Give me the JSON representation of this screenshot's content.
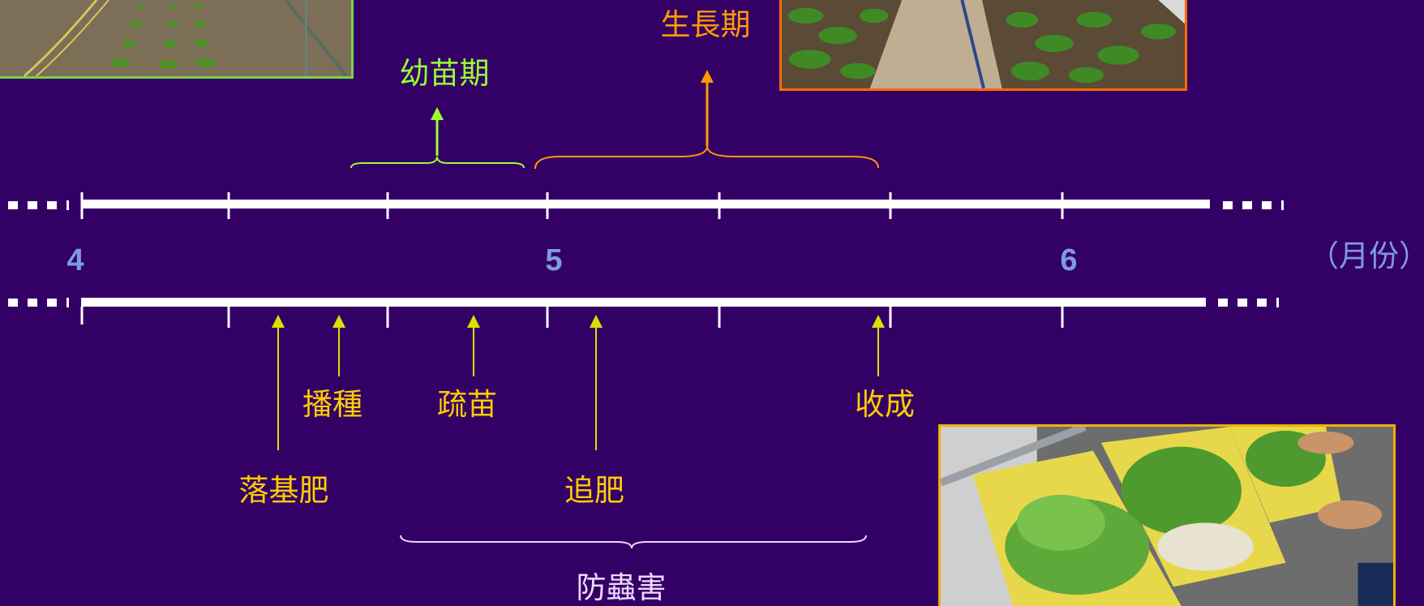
{
  "colors": {
    "background": "#330066",
    "seedling_green": "#99ff33",
    "growth_orange": "#ff9900",
    "event_yellow": "#ffcc00",
    "arrow_yellow": "#dede00",
    "month_blue": "#7f9be0",
    "pest_lavender": "#f0d8ff",
    "timeline_white": "#ffffff"
  },
  "stages": {
    "growth": "生長期",
    "seedling": "幼苗期"
  },
  "months": [
    "4",
    "5",
    "6"
  ],
  "unit": "（月份）",
  "events": {
    "basal_fertilizer": "落基肥",
    "sowing": "播種",
    "thinning": "疏苗",
    "topdressing": "追肥",
    "harvest": "收成"
  },
  "pest_control": "防蟲害",
  "photos": {
    "seedling": "seedling-field-photo",
    "growth": "growing-field-photo",
    "harvest": "harvest-baskets-photo"
  }
}
